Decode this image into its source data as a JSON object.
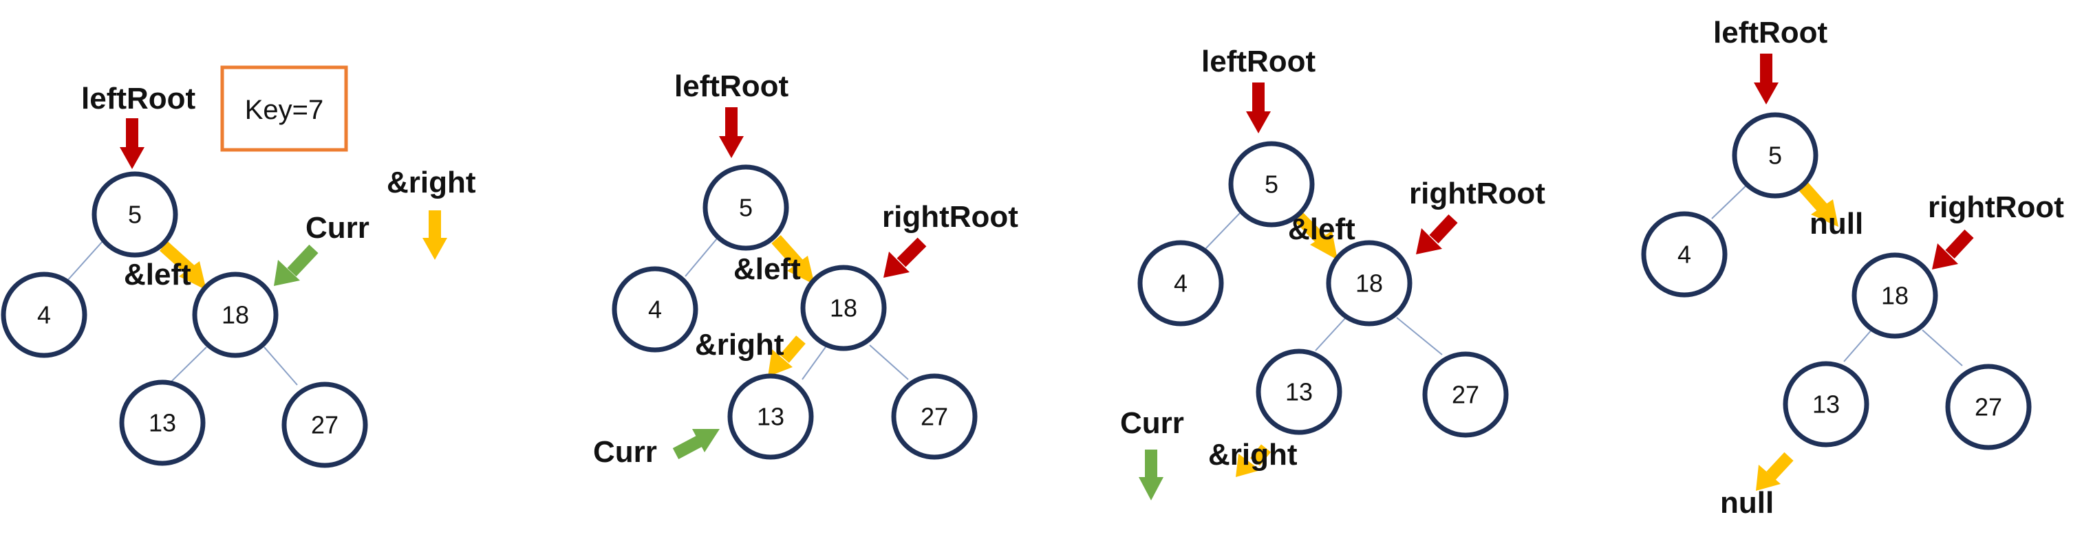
{
  "colors": {
    "node_border": "#1f3158",
    "edge": "#8aa0c6",
    "red_arrow": "#c00000",
    "yellow_arrow": "#ffc000",
    "green_arrow": "#70ad47",
    "key_box": "#ed7d31"
  },
  "key_label": "Key=7",
  "nodes": {
    "n5": "5",
    "n4": "4",
    "n18": "18",
    "n13": "13",
    "n27": "27"
  },
  "labels": {
    "leftRoot": "leftRoot",
    "rightRoot": "rightRoot",
    "amp_left": "&left",
    "amp_right": "&right",
    "curr": "Curr",
    "null": "null"
  }
}
